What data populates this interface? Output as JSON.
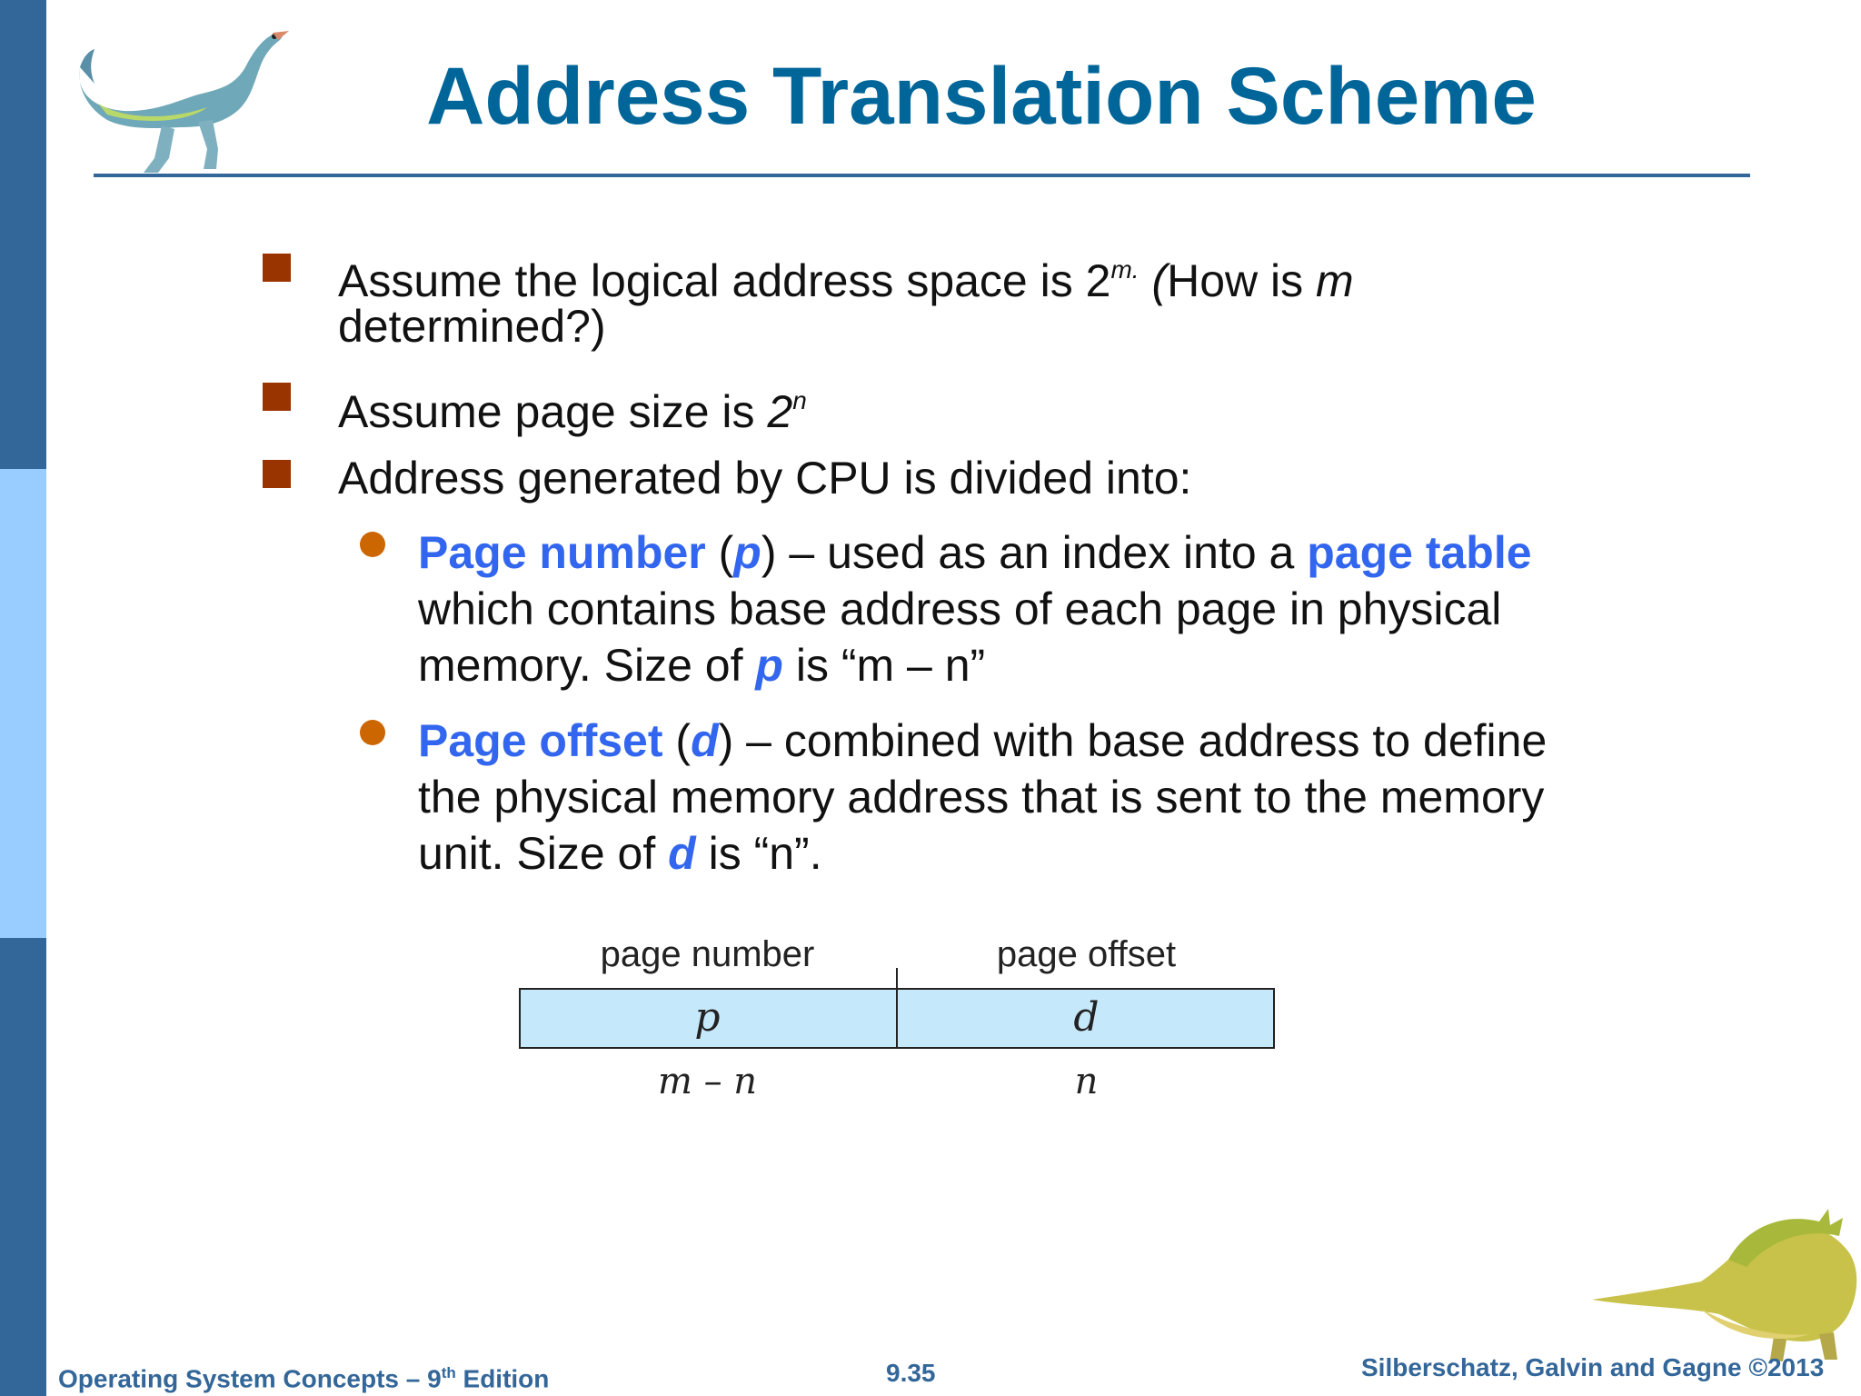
{
  "slide": {
    "title": "Address Translation Scheme",
    "bullets": [
      {
        "line1_pre": "Assume the logical address space is 2",
        "line1_sup": "m.",
        "line1_paren": " (",
        "line1_mid": "How is ",
        "line1_var": "m",
        "line2": "determined?)"
      },
      {
        "pre": "Assume page size  is  ",
        "base": "2",
        "sup": "n"
      },
      {
        "text": "Address generated by CPU is divided into:"
      }
    ],
    "sub_bullets": [
      {
        "term": "Page number",
        "open": " (",
        "var": "p",
        "close": ") – used as an index into a ",
        "term2": "page table",
        "line2": "which contains base address of each page in physical",
        "line3_pre": "memory.  Size of ",
        "line3_var": "p",
        "line3_post": " is  “m – n”"
      },
      {
        "term": "Page offset",
        "open": " (",
        "var": "d",
        "close": ") – combined with base address to define",
        "line2": "the physical memory address that is sent to the memory",
        "line3_pre": "unit.  Size of ",
        "line3_var": "d",
        "line3_post": " is “n”."
      }
    ],
    "diagram": {
      "label_left": "page number",
      "label_right": "page offset",
      "cell_left": "p",
      "cell_right": "d",
      "size_left": "m – n",
      "size_right": "n"
    }
  },
  "footer": {
    "left_pre": "Operating System Concepts – 9",
    "left_sup": "th",
    "left_post": " Edition",
    "center": "9.35",
    "right": "Silberschatz, Galvin and Gagne ©2013"
  },
  "colors": {
    "title": "#006699",
    "sidebar_dark": "#336699",
    "sidebar_light": "#99ccff",
    "bullet_square": "#993300",
    "bullet_dot": "#cc6600",
    "highlight": "#3366ee",
    "diagram_fill": "#c6e8fb"
  },
  "icons": [
    "dinosaur-top-icon",
    "dinosaur-bottom-icon"
  ]
}
